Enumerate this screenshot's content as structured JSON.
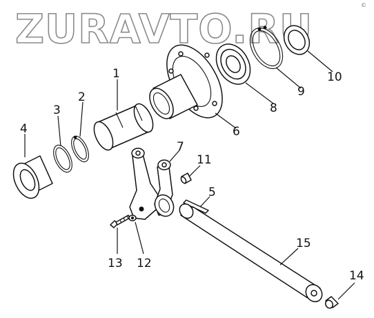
{
  "watermark": "ZURAVTO.RU",
  "corner_mark": "©",
  "callouts": {
    "c1": "1",
    "c2": "2",
    "c3": "3",
    "c4": "4",
    "c5": "5",
    "c6": "6",
    "c7": "7",
    "c8": "8",
    "c9": "9",
    "c10": "10",
    "c11": "11",
    "c12": "12",
    "c13": "13",
    "c14": "14",
    "c15": "15"
  },
  "colors": {
    "line": "#111111",
    "watermark_outline": "#8a8a8a",
    "background": "#ffffff"
  }
}
